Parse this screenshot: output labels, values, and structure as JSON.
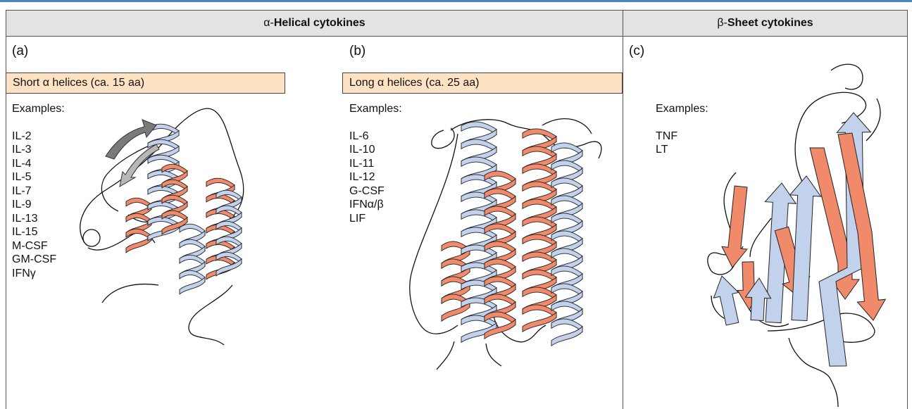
{
  "header": {
    "alpha": {
      "prefix": "α-",
      "label": "Helical cytokines"
    },
    "beta": {
      "prefix": "β-",
      "label": "Sheet cytokines"
    }
  },
  "panels": {
    "a": {
      "letter": "(a)",
      "helix_type": "Short α helices (ca. 15 aa)",
      "examples_label": "Examples:",
      "examples": [
        "IL-2",
        "IL-3",
        "IL-4",
        "IL-5",
        "IL-7",
        "IL-9",
        "IL-13",
        "IL-15",
        "M-CSF",
        "GM-CSF",
        "IFNγ"
      ]
    },
    "b": {
      "letter": "(b)",
      "helix_type": "Long α helices (ca. 25 aa)",
      "examples_label": "Examples:",
      "examples": [
        "IL-6",
        "IL-10",
        "IL-11",
        "IL-12",
        "G-CSF",
        "IFNα/β",
        "LIF"
      ]
    },
    "c": {
      "letter": "(c)",
      "examples_label": "Examples:",
      "examples": [
        "TNF",
        "LT"
      ]
    }
  },
  "colors": {
    "header_bg": "#e3e3e3",
    "helix_label_bg": "#fde3c3",
    "helix_orange": "#f08a6a",
    "helix_blue": "#c3d2ec",
    "arrow_dark": "#7a7a7a",
    "arrow_light": "#b8b8b8",
    "accent_line": "#4a86c5"
  }
}
